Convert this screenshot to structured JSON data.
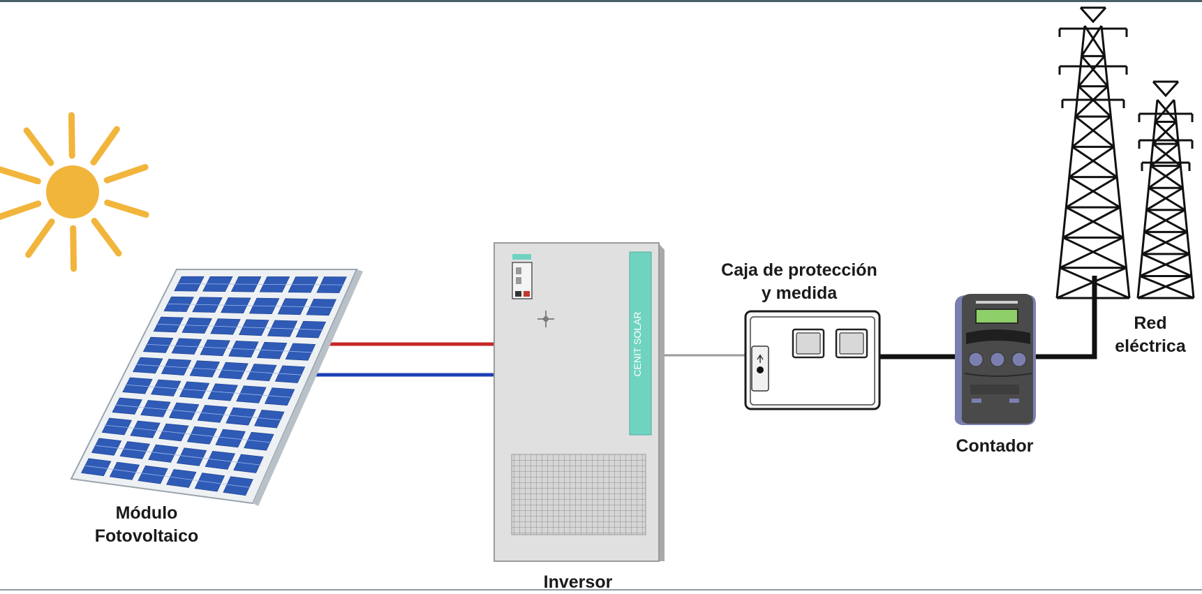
{
  "labels": {
    "modulo_line1": "Módulo",
    "modulo_line2": "Fotovoltaico",
    "inversor": "Inversor",
    "caja_line1": "Caja de protección",
    "caja_line2": "y medida",
    "contador": "Contador",
    "red_line1": "Red",
    "red_line2": "eléctrica",
    "inverter_brand": "CENIT SOLAR"
  },
  "colors": {
    "sun": "#F1B53C",
    "panel_cell": "#2F5BB7",
    "panel_frame": "#E8ECF0",
    "positive_wire": "#C62828",
    "negative_wire": "#1E3FB4",
    "ac_wire": "#111111",
    "inverter_body": "#E0E0E0",
    "inverter_stripe": "#6FD3BF",
    "meter_body": "#4A4A4A",
    "meter_side": "#7B7FB0",
    "meter_display": "#8FCF6A"
  },
  "icons": [
    "sun-icon",
    "solar-panel-icon",
    "inverter-icon",
    "protection-box-icon",
    "electricity-meter-icon",
    "transmission-tower-icon"
  ]
}
